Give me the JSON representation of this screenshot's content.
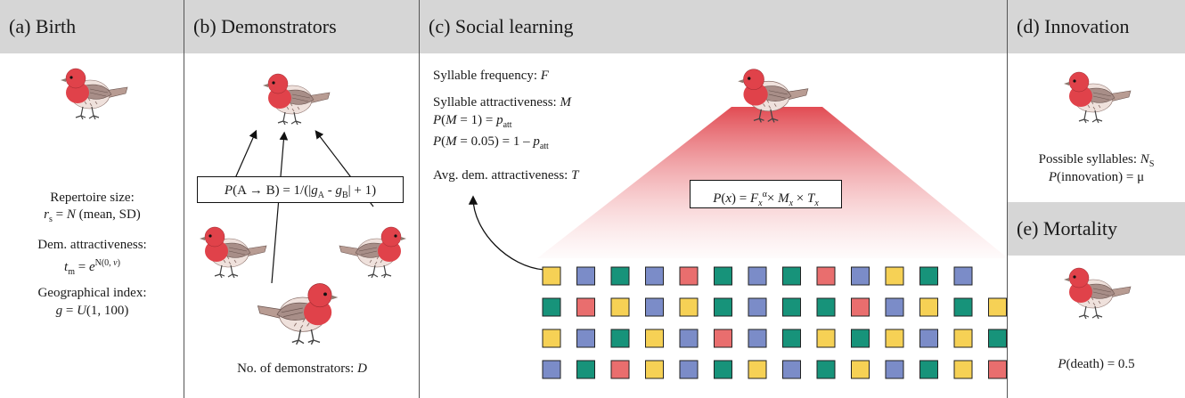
{
  "colors": {
    "header_bg": "#d6d6d6",
    "yellow": "#f6d155",
    "blue": "#7b8cc8",
    "green": "#17937a",
    "red": "#e96e6e",
    "bird_red": "#e0424a"
  },
  "panels": {
    "birth": {
      "title": "(a) Birth",
      "repertoire_label": "Repertoire size:",
      "repertoire_formula": "r_s = N (mean, SD)",
      "attract_label": "Dem. attractiveness:",
      "attract_formula": "t_m = e^N(0, ν)",
      "geo_label": "Geographical index:",
      "geo_formula": "g = U(1, 100)"
    },
    "demonstrators": {
      "title": "(b) Demonstrators",
      "box_formula": "P(A → B) = 1/(|g_A - g_B| + 1)",
      "footer": "No. of demonstrators: D"
    },
    "social": {
      "title": "(c) Social learning",
      "freq": "Syllable frequency: F",
      "attract": "Syllable attractiveness: M",
      "p1": "P(M = 1) = p_att",
      "p2": "P(M = 0.05) = 1 – p_att",
      "avg": "Avg. dem. attractiveness: T",
      "box_formula": "P(x) = F_x^α × M_x × T_x"
    },
    "innovation": {
      "title": "(d) Innovation",
      "possible": "Possible syllables: N_S",
      "prob": "P(innovation) = μ"
    },
    "mortality": {
      "title": "(e) Mortality",
      "prob": "P(death) = 0.5"
    }
  },
  "syllable_grid": [
    [
      "y",
      "b",
      "g",
      "b",
      "r",
      "g",
      "b",
      "g",
      "r",
      "b",
      "y",
      "g",
      "b"
    ],
    [
      "g",
      "r",
      "y",
      "b",
      "y",
      "g",
      "b",
      "g",
      "g",
      "r",
      "b",
      "y",
      "g",
      "y"
    ],
    [
      "y",
      "b",
      "g",
      "y",
      "b",
      "r",
      "b",
      "g",
      "y",
      "g",
      "y",
      "b",
      "y",
      "g"
    ],
    [
      "b",
      "g",
      "r",
      "y",
      "b",
      "g",
      "y",
      "b",
      "g",
      "y",
      "b",
      "g",
      "y",
      "r"
    ]
  ]
}
